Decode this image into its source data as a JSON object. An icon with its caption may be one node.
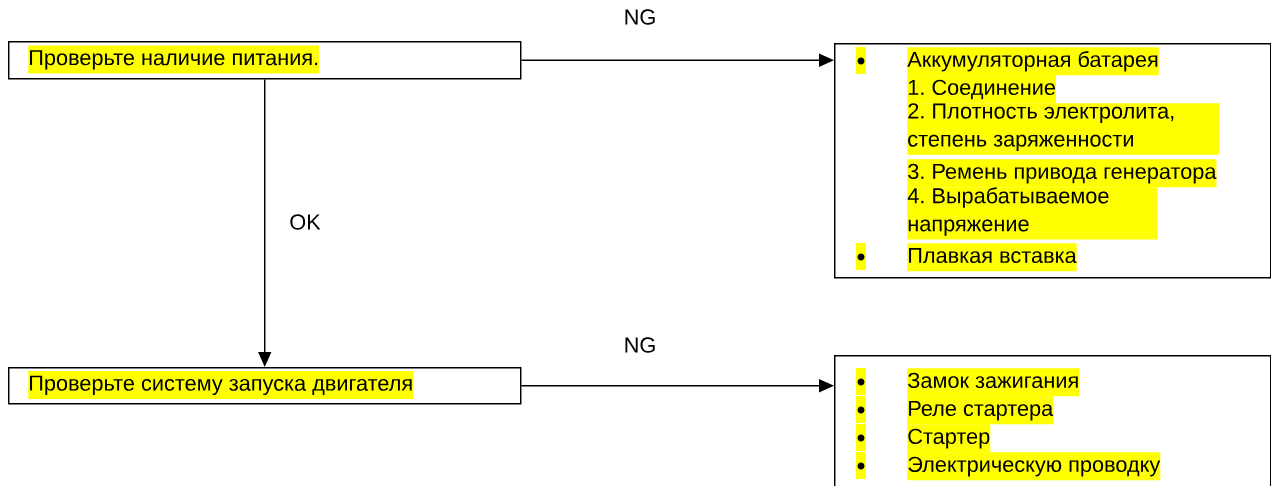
{
  "diagram": {
    "nodes": [
      {
        "text": [
          "Проверьте наличие питания."
        ]
      },
      {
        "text": [
          "Аккумуляторная батарея",
          "1. Соединение",
          "2. Плотность электролита, степень заряженности",
          "3. Ремень привода генератора",
          "4. Вырабатываемое напряжение",
          "Плавкая вставка"
        ]
      },
      {
        "text": [
          "Проверьте систему запуска двигателя"
        ]
      },
      {
        "text": [
          "Замок зажигания",
          "Реле стартера",
          "Стартер",
          "Электрическую проводку"
        ]
      }
    ],
    "edges": [
      {
        "from": 0,
        "to": 1,
        "arrow": "to",
        "label": "NG"
      },
      {
        "from": 0,
        "to": 2,
        "arrow": "to",
        "label": "OK"
      },
      {
        "from": 2,
        "to": 3,
        "arrow": "to",
        "label": "NG"
      }
    ]
  }
}
